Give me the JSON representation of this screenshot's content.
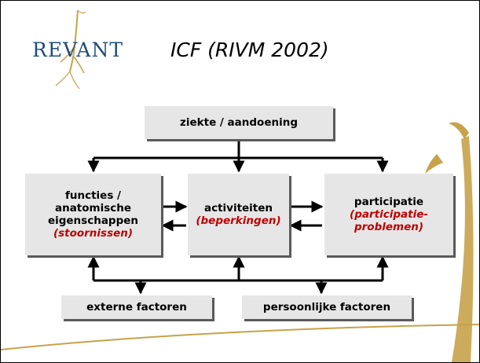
{
  "slide": {
    "logo": {
      "text": "REVANT",
      "text_color": "#1f4c7c"
    },
    "title": "ICF (RIVM 2002)"
  },
  "diagram": {
    "ziekte": "ziekte / aandoening",
    "functies": {
      "line1": "functies /",
      "line2": "anatomische",
      "line3": "eigenschappen",
      "red": "(stoornissen)"
    },
    "activiteiten": {
      "line1": "activiteiten",
      "red": "(beperkingen)"
    },
    "participatie": {
      "line1": "participatie",
      "red1": "(participatie-",
      "red2": "problemen)"
    },
    "externe": "externe factoren",
    "persoonlijke": "persoonlijke factoren"
  },
  "colors": {
    "box_fill": "#e6e6e6",
    "highlight_red": "#c00000",
    "accent_gold": "#c8a24a"
  }
}
